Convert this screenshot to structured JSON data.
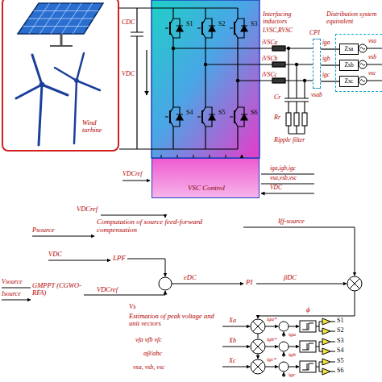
{
  "diagram": {
    "nodes": [
      {
        "text": [
          "Wind turbine"
        ]
      },
      {
        "text": [
          "CPI"
        ]
      },
      {
        "text": [
          "Distribution system equivalent"
        ]
      },
      {
        "text": [
          "Zsa"
        ],
        "in": 2
      },
      {
        "text": [
          "Zsb"
        ],
        "in": 2
      },
      {
        "text": [
          "Zsc"
        ],
        "in": 2
      },
      {
        "text": [
          "VSC Control"
        ]
      }
    ],
    "edges": [
      {
        "from": 1,
        "to": 3,
        "arrow": "none"
      },
      {
        "from": 1,
        "to": 4,
        "arrow": "none"
      },
      {
        "from": 1,
        "to": 5,
        "arrow": "none"
      }
    ],
    "labels": [
      "CDC",
      "VDC",
      "S1",
      "S2",
      "S3",
      "S4",
      "S5",
      "S6",
      "Interfacing inductors",
      "LVSC,RVSC",
      "iVSCa",
      "iVSCb",
      "iVSCc",
      "iga",
      "igb",
      "igc",
      "vsa",
      "vsb",
      "vsc",
      "vsab",
      "Cr",
      "Rr",
      "Ripple filter",
      "S1",
      "S2",
      "S3",
      "S4",
      "S5",
      "S6",
      "iga,igb,igc",
      "vsa,vsb,vsc",
      "VDC",
      "VDCref",
      "VDCref",
      "Psource",
      "Iff-source",
      "VDC",
      "LPF",
      "Vsource",
      "Isource",
      "VDCref",
      "eDC",
      "PI",
      "βDC",
      "ϕ",
      "Vs",
      "Xa",
      "Xb",
      "Xc",
      "iga*",
      "iga",
      "igb*",
      "igb",
      "igc*",
      "igc",
      "S1",
      "S2",
      "S3",
      "S4",
      "S5",
      "S6",
      "vfa vfb vfc",
      "αβ/abc",
      "vsa, vsb, vsc",
      "Computation of source feed-forward compensation",
      "GMPPT (CGWO-RFA)",
      "Estimation of peak voltage and unit vectors"
    ]
  }
}
